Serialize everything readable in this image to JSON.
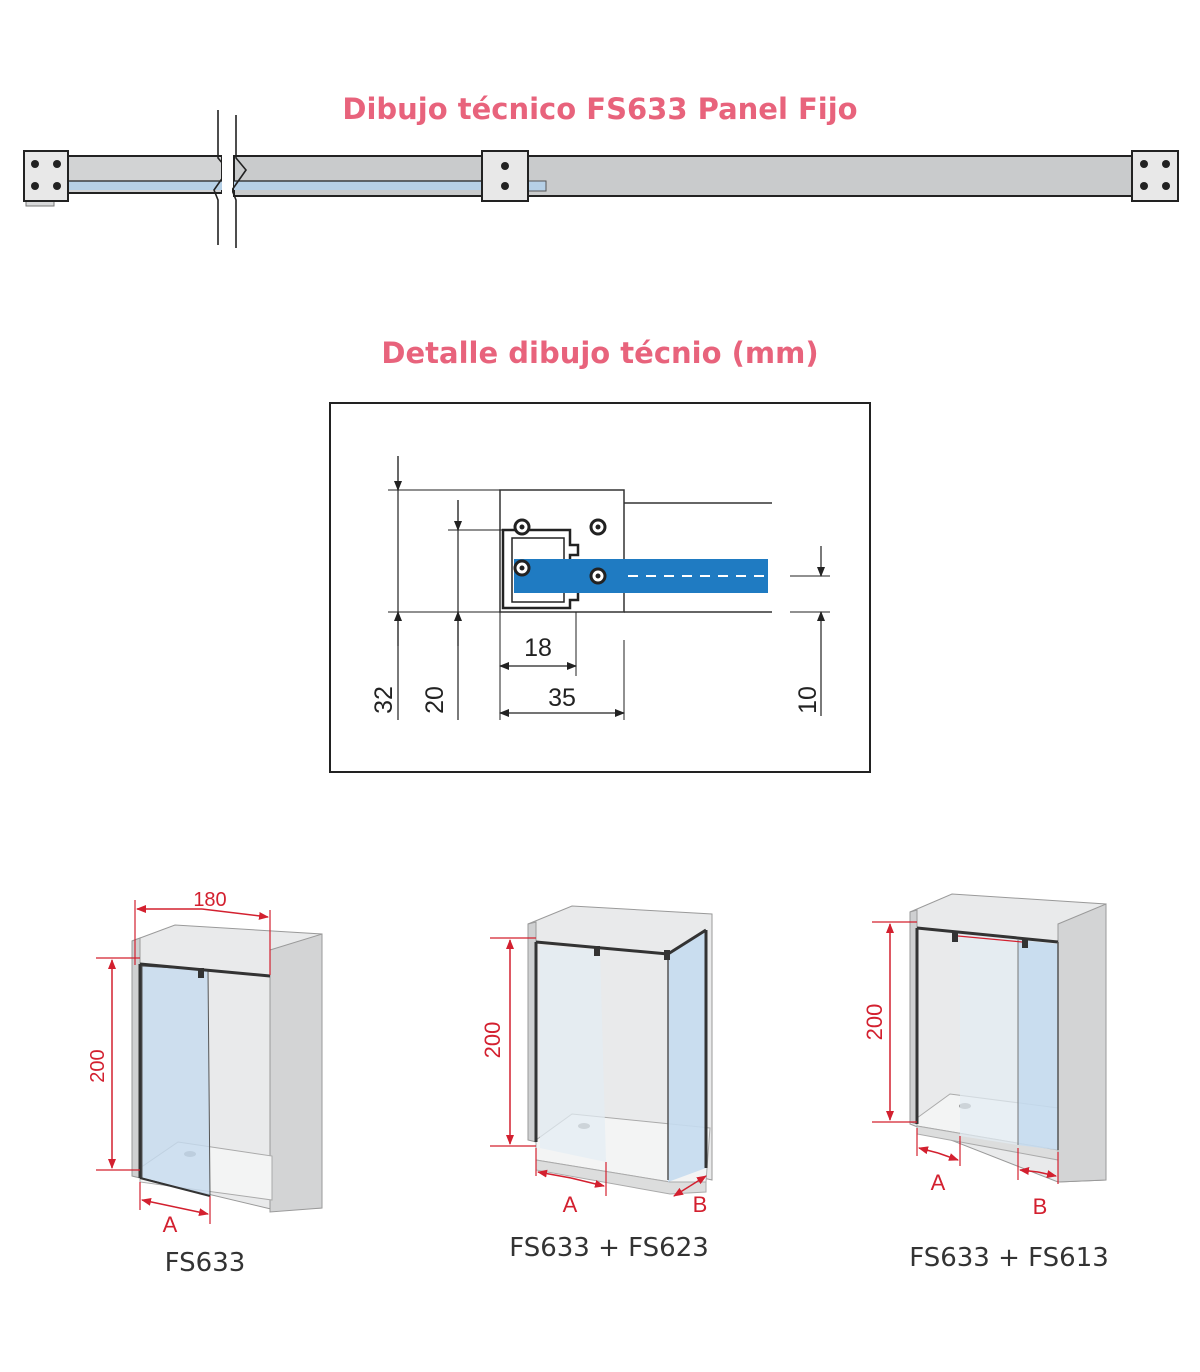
{
  "titles": {
    "main": "Dibujo técnico FS633 Panel Fijo",
    "detail": "Detalle dibujo técnio (mm)"
  },
  "detail_dims": {
    "height_total": "32",
    "height_inner": "20",
    "width_inner": "18",
    "width_total": "35",
    "glass": "10"
  },
  "configs": [
    {
      "caption": "FS633",
      "width": "180",
      "height": "200",
      "a": "A"
    },
    {
      "caption": "FS633 + FS623",
      "height": "200",
      "a": "A",
      "b": "B"
    },
    {
      "caption": "FS633 + FS613",
      "height": "200",
      "a": "A",
      "b": "B"
    }
  ],
  "colors": {
    "title": "#e8637c",
    "dimension_red": "#d3202f",
    "profile_blue": "#1f7bc2",
    "glass_blue": "#c5dbef",
    "profile_gray": "#c9cbcc",
    "wall_gray": "#d7d8d9",
    "line_dark": "#222222"
  }
}
